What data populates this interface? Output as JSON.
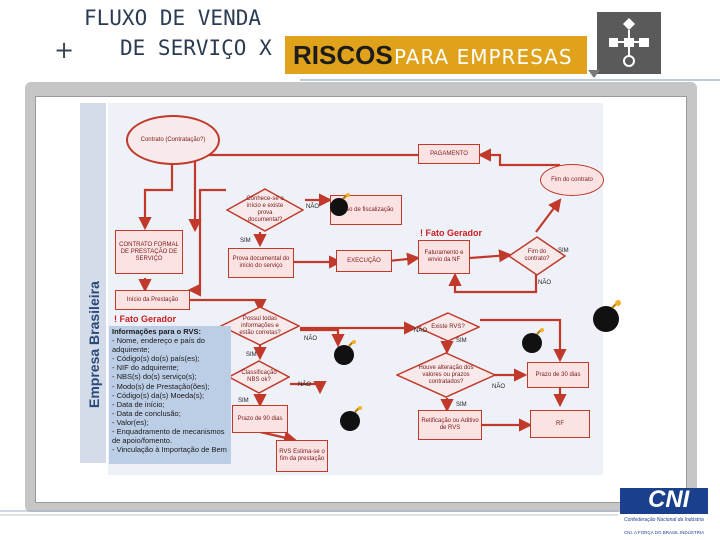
{
  "title": {
    "line1": "FLUXO DE VENDA",
    "line2": "DE SERVIÇO X",
    "risk_word": "RISCOS",
    "risk_suffix": "PARA EMPRESAS",
    "plus": "+"
  },
  "side_label": "Empresa Brasileira",
  "fato_gerador": "! Fato Gerador",
  "nodes": {
    "contrato": "Contrato (Contratação?)",
    "conhece": "Conhece-se o início e existe prova documental?",
    "caso_fiscalizacao": "Caso de fiscalização",
    "contrato_formal": "CONTRATO FORMAL DE PRESTAÇÃO DE SERVIÇO",
    "prova_documental": "Prova documental do início do serviço",
    "execucao": "EXECUÇÃO",
    "faturamento": "Faturamento e envio da NF",
    "fim_contrato_q": "Fim do contrato?",
    "fim_contrato": "Fim do contrato",
    "pagamento": "PAGAMENTO",
    "inicio": "Início da Prestação",
    "possui_info": "Possui todas informações e estão corretas?",
    "existe_rvs": "Existe RVS?",
    "classificacao": "Classificação NBS ok?",
    "houve_alteracao": "Houve alteração dos valores ou prazos contratados?",
    "prazo_30": "Prazo de 30 dias",
    "prazo_90": "Prazo de 90 dias",
    "retificacao": "Retificação ou Aditivo de RVS",
    "rf": "RF",
    "rvs": "RVS Estima-se o fim da prestação"
  },
  "labels": {
    "sim": "SIM",
    "nao": "NÃO"
  },
  "info_panel": {
    "title": "Informações para o RVS:",
    "lines": [
      "- Nome, endereço e país do adquirente;",
      "- Código(s) do(s) país(es);",
      "- NIF do adquirente;",
      "- NBS(s) do(s) serviço(s);",
      "- Modo(s) de Prestação(ões);",
      "- Código(s) da(s) Moeda(s);",
      "- Data de início;",
      "- Data de conclusão;",
      "- Valor(es);",
      "- Enquadramento de mecanismos de apoio/fomento.",
      "- Vinculação à Importação de Bem"
    ]
  },
  "footer": {
    "logo": "CNI",
    "sub1": "Confederação Nacional da Indústria",
    "sub2": "CNI. A FORÇA DO BRASIL INDÚSTRIA"
  },
  "colors": {
    "accent": "#e0a21b",
    "title": "#2a3b52",
    "flow": "#c0392b",
    "panel": "#bccde6",
    "cni": "#1a3f8c"
  }
}
